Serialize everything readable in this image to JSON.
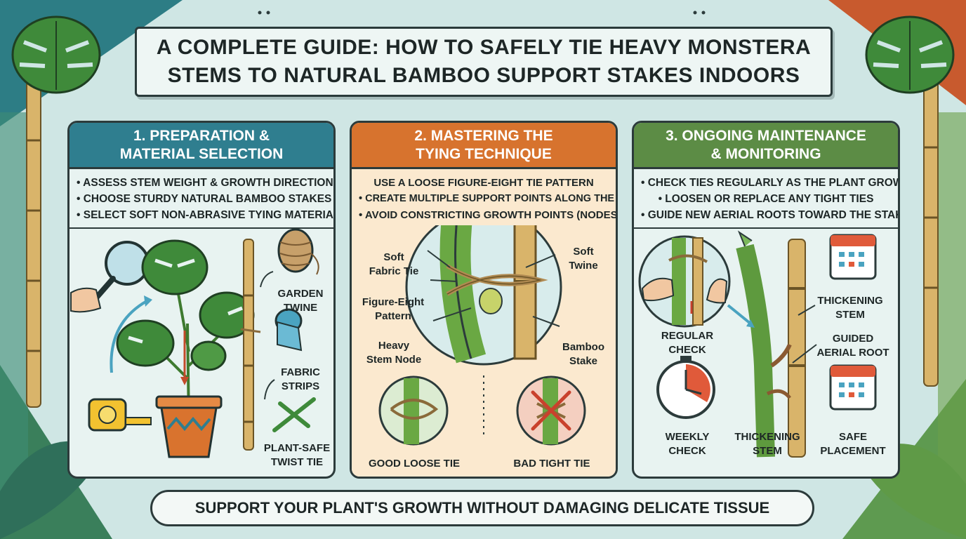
{
  "title": {
    "line1": "A Complete Guide: How to Safely Tie Heavy Monstera",
    "line2": "Stems to Natural Bamboo Support Stakes Indoors"
  },
  "colors": {
    "panel1_head": "#2f7e8f",
    "panel2_head": "#d7732e",
    "panel3_head": "#5c8c45",
    "bamboo": "#d9b46a",
    "stem": "#6aa843",
    "leaf": "#3f8a3a"
  },
  "panels": [
    {
      "heading1": "1. Preparation &",
      "heading2": "Material Selection",
      "bullets": [
        "• Assess stem weight & growth direction",
        "• Choose sturdy natural bamboo stakes",
        "• Select soft non-abrasive tying material"
      ],
      "labels": {
        "garden_twine": [
          "Garden",
          "Twine"
        ],
        "fabric_strips": [
          "Fabric",
          "Strips"
        ],
        "twist_tie": [
          "Plant-Safe",
          "Twist Tie"
        ]
      },
      "icons": [
        "magnifier-icon",
        "tape-measure-icon",
        "monstera-plant-icon",
        "twine-spool-icon",
        "fabric-roll-icon",
        "twist-tie-icon"
      ]
    },
    {
      "heading1": "2. Mastering the",
      "heading2": "Tying Technique",
      "bullets": [
        "Use a loose figure-eight tie pattern",
        "• Create multiple support points along the stem",
        "• Avoid constricting growth points (nodes)"
      ],
      "labels": {
        "soft_fabric_tie": [
          "Soft",
          "Fabric Tie"
        ],
        "figure_eight": [
          "Figure-Eight",
          "Pattern"
        ],
        "heavy_stem_node": [
          "Heavy",
          "Stem Node"
        ],
        "soft_twine": [
          "Soft",
          "Twine"
        ],
        "bamboo_stake": [
          "Bamboo",
          "Stake"
        ],
        "good": "Good Loose Tie",
        "bad": "Bad Tight Tie"
      }
    },
    {
      "heading1": "3. Ongoing Maintenance",
      "heading2": "& Monitoring",
      "bullets": [
        "• Check ties regularly as the plant grows",
        "• Loosen or replace any tight ties",
        "• Guide new aerial roots toward the stake"
      ],
      "labels": {
        "regular_check": [
          "Regular",
          "Check"
        ],
        "weekly_check": [
          "Weekly",
          "Check"
        ],
        "thickening_stem_top": [
          "Thickening",
          "Stem"
        ],
        "guided_root": [
          "Guided",
          "Aerial Root"
        ],
        "thickening_stem_bottom": [
          "Thickening",
          "Stem"
        ],
        "safe_placement": [
          "Safe",
          "Placement"
        ]
      }
    }
  ],
  "footer": "Support your plant's growth without damaging delicate tissue"
}
